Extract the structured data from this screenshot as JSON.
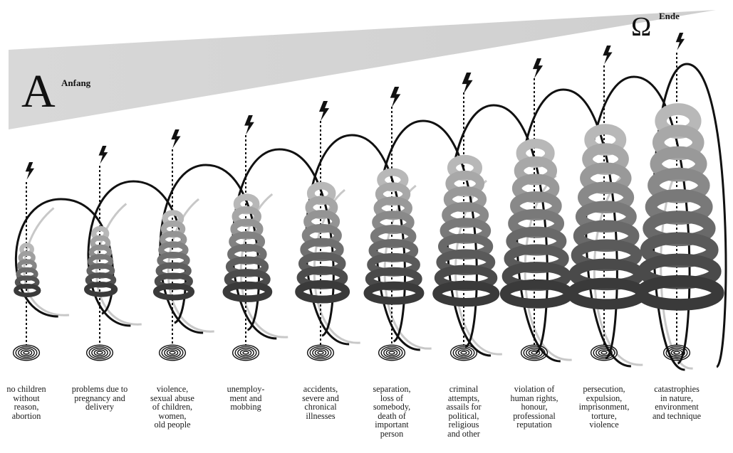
{
  "start_marker": {
    "letter": "A",
    "label": "Anfang"
  },
  "end_marker": {
    "letter": "Ω",
    "label": "Ende"
  },
  "colors": {
    "wedge": "#d4d4d4",
    "outline": "#111111",
    "ghost_outline": "#c8c8c8",
    "spiral_light": "#b7b7b7",
    "spiral_dark": "#3d3d3d"
  },
  "stages": [
    {
      "caption": "no children\nwithout\nreason,\nabortion"
    },
    {
      "caption": "problems due to\npregnancy and\ndelivery"
    },
    {
      "caption": "violence,\nsexual abuse\nof children,\nwomen,\nold people"
    },
    {
      "caption": "unemploy-\nment and\nmobbing"
    },
    {
      "caption": "accidents,\nsevere and\nchronical\nillnesses"
    },
    {
      "caption": "separation,\nloss of\nsomebody,\ndeath of\nimportant\nperson"
    },
    {
      "caption": "criminal\nattempts,\nassails for\npolitical,\nreligious\nand other"
    },
    {
      "caption": "violation of\nhuman rights,\nhonour,\nprofessional\nreputation"
    },
    {
      "caption": "persecution,\nexpulsion,\nimprisonment,\ntorture,\nviolence"
    },
    {
      "caption": "catastrophies\nin nature,\nenvironment\nand technique"
    }
  ]
}
